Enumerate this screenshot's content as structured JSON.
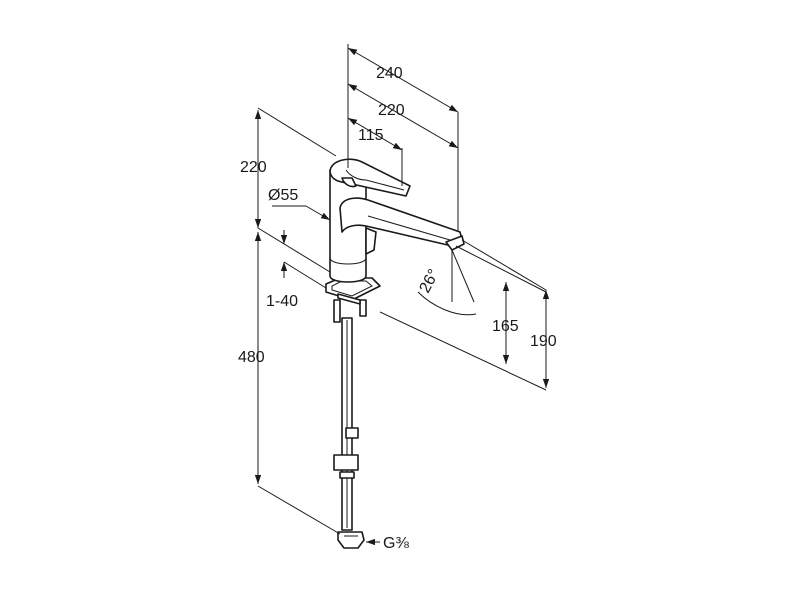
{
  "dimensions": {
    "width_240": "240",
    "width_220": "220",
    "lever_115": "115",
    "height_220": "220",
    "diameter": "Ø55",
    "adjust_range": "1-40",
    "hose_480": "480",
    "spout_angle": "26°",
    "spout_165": "165",
    "spout_190": "190",
    "thread": "G⅜"
  },
  "colors": {
    "line": "#1a1a1a",
    "background": "#ffffff"
  }
}
